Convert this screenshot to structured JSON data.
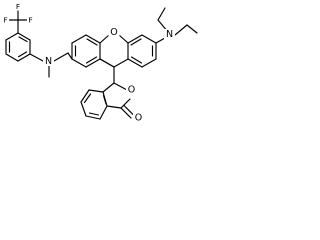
{
  "molecule": {
    "atoms": {
      "trifluoromethyl": {
        "f_top": "F",
        "f_left": "F",
        "f_right": "F"
      },
      "aryl_amine": "N",
      "xanthene_oxygen": "O",
      "diethyl_amine": "N",
      "lactone_ring_oxygen": "O",
      "carbonyl_oxygen": "O"
    }
  },
  "colors": {
    "bond": "#000000",
    "label": "#000000",
    "background": "#ffffff"
  }
}
